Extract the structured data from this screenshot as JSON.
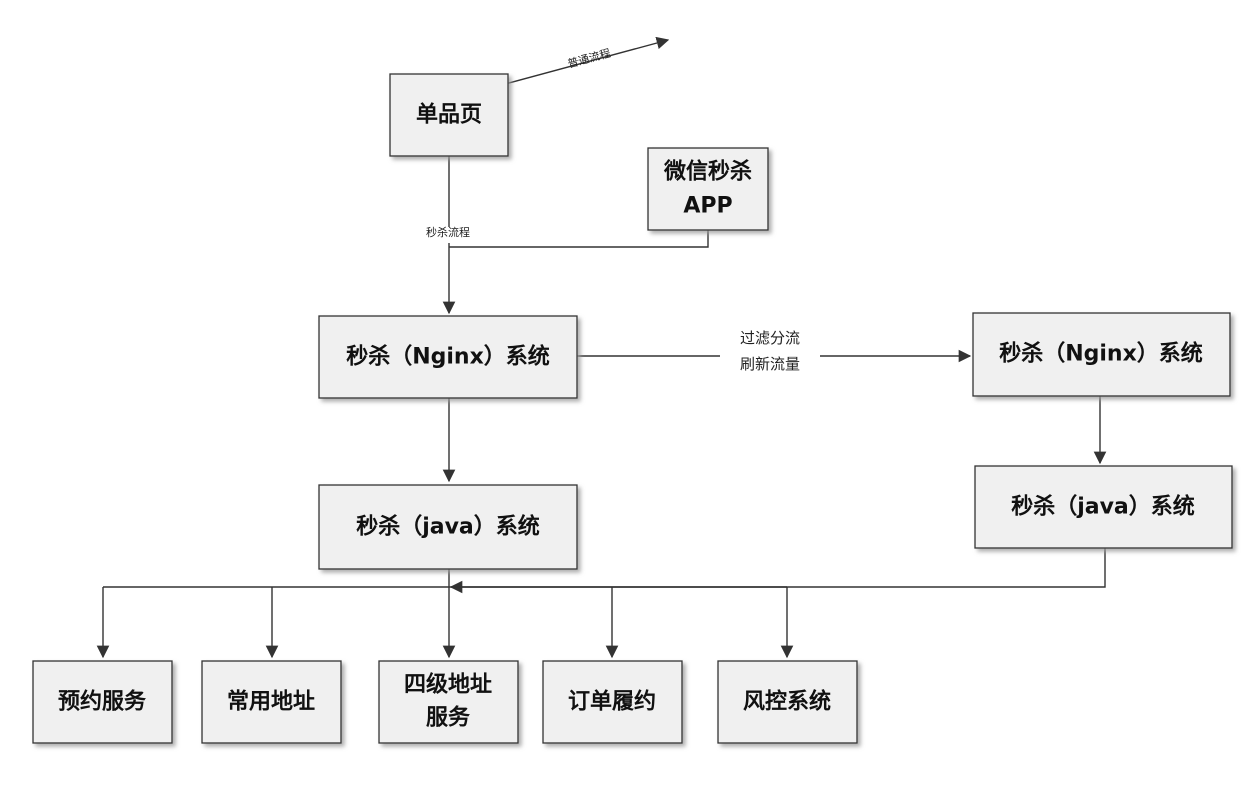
{
  "colors": {
    "node_fill": "#f0f0f0",
    "node_stroke": "#333333",
    "edge": "#333333",
    "background": "#ffffff"
  },
  "nodes": {
    "single_product_page": "单品页",
    "wechat_app_line1": "微信秒杀",
    "wechat_app_line2": "APP",
    "nginx_left": "秒杀（Nginx）系统",
    "nginx_right": "秒杀（Nginx）系统",
    "java_left": "秒杀（java）系统",
    "java_right": "秒杀（java）系统",
    "reservation": "预约服务",
    "common_address": "常用地址",
    "four_level_line1": "四级地址",
    "four_level_line2": "服务",
    "order_fulfillment": "订单履约",
    "risk_control": "风控系统"
  },
  "edge_labels": {
    "normal_flow": "普通流程",
    "seckill_flow": "秒杀流程",
    "split_line1": "过滤分流",
    "split_line2": "刷新流量"
  }
}
